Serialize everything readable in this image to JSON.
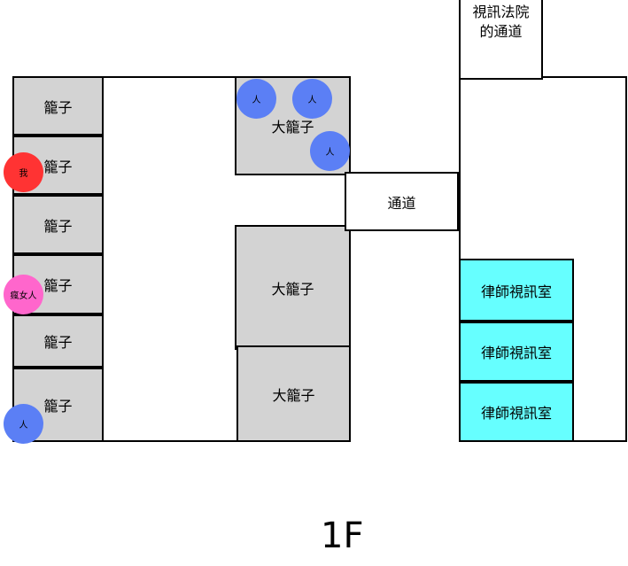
{
  "cages": [
    {
      "label": "籠子"
    },
    {
      "label": "籠子"
    },
    {
      "label": "籠子"
    },
    {
      "label": "籠子"
    },
    {
      "label": "籠子"
    },
    {
      "label": "籠子"
    }
  ],
  "big_cages": [
    {
      "label": "大籠子"
    },
    {
      "label": "大籠子"
    },
    {
      "label": "大籠子"
    }
  ],
  "corridor": {
    "label": "通道"
  },
  "court_passage": {
    "line1": "視訊法院",
    "line2": "的通道"
  },
  "video_rooms": [
    {
      "label": "律師視訊室"
    },
    {
      "label": "律師視訊室"
    },
    {
      "label": "律師視訊室"
    }
  ],
  "people": {
    "me": {
      "label": "我",
      "color": "#ff3333"
    },
    "crazy_woman": {
      "label": "瘋女人",
      "color": "#ff66cc"
    },
    "person_label": "人",
    "person_color": "#5b7ff5"
  },
  "floor": {
    "label": "1F"
  }
}
